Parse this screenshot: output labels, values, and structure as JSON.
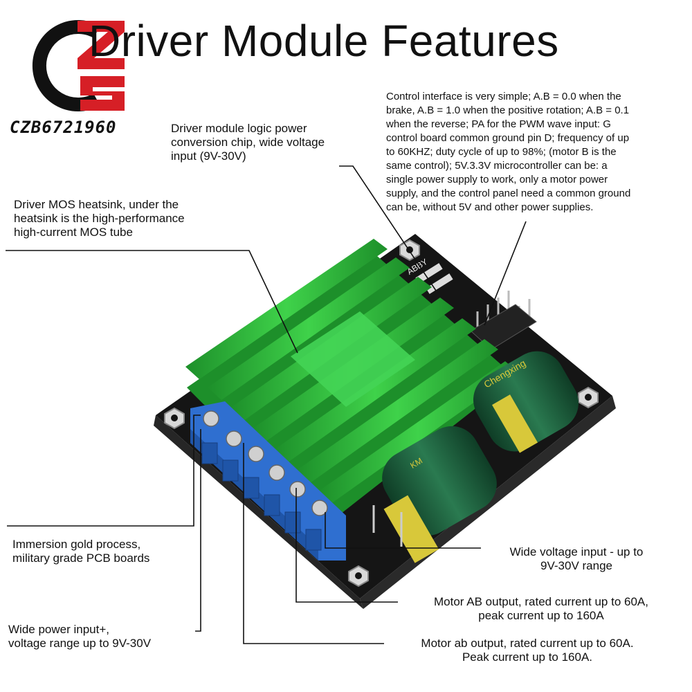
{
  "header": {
    "title": "Driver Module Features"
  },
  "brand": {
    "watermark": "CZB6721960"
  },
  "callouts": {
    "control_interface": [
      "Control interface is very simple; A.B = 0.0 when the",
      "brake, A.B = 1.0 when the positive rotation; A.B = 0.1",
      "when the reverse; PA for the PWM wave input: G",
      "control board common ground pin D; frequency of up",
      "to 60KHZ; duty cycle of up to 98%; (motor B is the",
      "same control); 5V.3.3V microcontroller can be: a",
      "single power supply to work, only a motor power",
      "supply, and the control panel need a common ground",
      "can be, without 5V and other power supplies."
    ],
    "logic_power": [
      "Driver module logic power",
      "conversion chip, wide voltage",
      "input (9V-30V)"
    ],
    "heatsink": [
      "Driver MOS heatsink, under the",
      "heatsink is the high-performance",
      "high-current MOS tube"
    ],
    "pcb": [
      "Immersion gold process,",
      "military grade PCB boards"
    ],
    "wide_input": [
      "Wide voltage input - up to",
      "9V-30V range"
    ],
    "motor_AB": [
      "Motor AB output, rated current up to 60A,",
      "peak current up to 160A"
    ],
    "power_input": [
      "Wide power input+,",
      "voltage range up to 9V-30V"
    ],
    "motor_ab": [
      "Motor ab output, rated current up to 60A.",
      "Peak current up to 160A."
    ]
  },
  "board": {
    "silkscreen": "ABBY",
    "capacitor_brand": "Chengxing",
    "capacitor_marking": "KM"
  },
  "colors": {
    "heatsink": "#2fbf3c",
    "heatsink_dark": "#1d8f2a",
    "terminal": "#2f6fd0",
    "pcb": "#151515",
    "capacitor": "#1e5a3a",
    "capacitor_band": "#d8c83a",
    "logo_red": "#d61f26"
  }
}
